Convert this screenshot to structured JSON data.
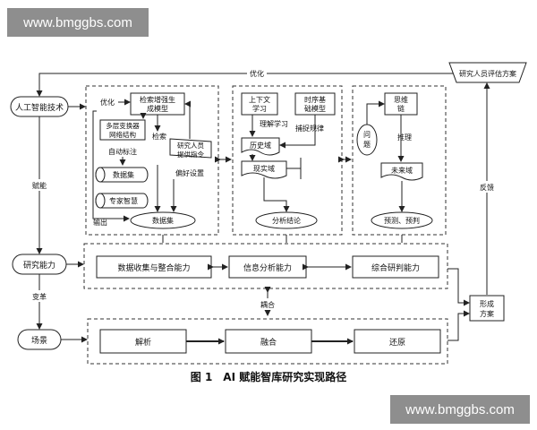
{
  "watermark": {
    "top": "www.bmggbs.com",
    "bottom": "www.bmggbs.com"
  },
  "left": {
    "ai_tech": "人工智能技术",
    "research": "研究能力",
    "scene": "场景",
    "empower": "赋能",
    "reform": "变革"
  },
  "top_loop": {
    "optimize": "优化"
  },
  "right": {
    "evaluate": "研究人员评估方案",
    "feedback": "反馈",
    "plan_line1": "形成",
    "plan_line2": "方案"
  },
  "box1": {
    "optimize": "优化",
    "retrieval_line1": "检索增强生",
    "retrieval_line2": "成模型",
    "transformer_line1": "多层变换器",
    "transformer_line2": "网络结构",
    "auto_label": "自动标注",
    "dataset": "数据集",
    "expert": "专家智慧",
    "search": "检索",
    "instruct_line1": "研究人员",
    "instruct_line2": "提供指令",
    "preference": "偏好设置",
    "output": "输出",
    "dataset_out": "数据集"
  },
  "box2": {
    "context_line1": "上下文",
    "context_line2": "学习",
    "ts_line1": "时序基",
    "ts_line2": "础模型",
    "understand": "理解学习",
    "capture": "捕捉规律",
    "history": "历史域",
    "reality": "现实域",
    "conclusion": "分析结论"
  },
  "box3": {
    "thinking_line1": "思维",
    "thinking_line2": "链",
    "question_line1": "问",
    "question_line2": "题",
    "reasoning": "推理",
    "future": "未来域",
    "predict": "预测、预判"
  },
  "capabilities": {
    "collect": "数据收集与整合能力",
    "analyze": "信息分析能力",
    "judge": "综合研判能力",
    "couple": "耦合"
  },
  "scene_steps": {
    "parse": "解析",
    "fuse": "融合",
    "restore": "还原"
  },
  "caption": "图 1　AI 赋能智库研究实现路径"
}
